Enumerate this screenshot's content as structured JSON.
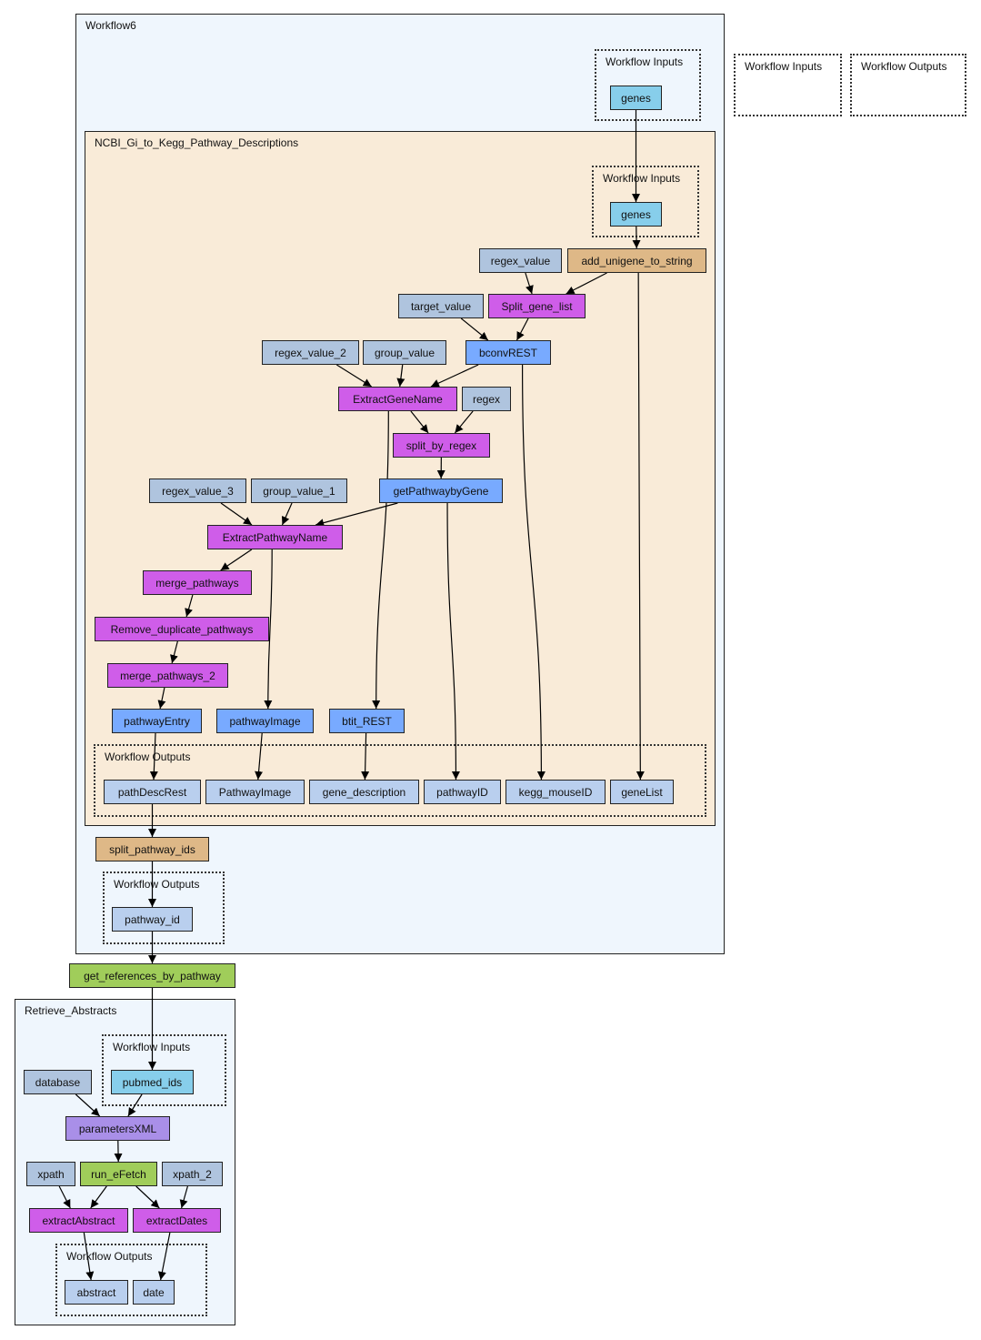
{
  "colors": {
    "workflow_bg": "#eff6fd",
    "nested_bg": "#f9ebd8",
    "input_port": "#87ceeb",
    "output_port": "#b9cfee",
    "constant": "#afc4de",
    "beanshell": "#cf5de9",
    "rest": "#78aaff",
    "local_worker": "#deb887",
    "wsdl": "#a0cd5a",
    "xml_splitter": "#a98fe8",
    "input_triangle": "#ee4040",
    "output_triangle": "#66cc00"
  },
  "legend": {
    "inputs_label": "Workflow Inputs",
    "outputs_label": "Workflow Outputs"
  },
  "clusters": {
    "workflow6": {
      "label": "Workflow6",
      "inputs_label": "Workflow Inputs",
      "outputs_label": "Workflow Outputs"
    },
    "ncbi": {
      "label": "NCBI_Gi_to_Kegg_Pathway_Descriptions",
      "inputs_label": "Workflow Inputs",
      "outputs_label": "Workflow Outputs"
    },
    "retrieve": {
      "label": "Retrieve_Abstracts",
      "inputs_label": "Workflow Inputs",
      "outputs_label": "Workflow Outputs"
    }
  },
  "nodes": {
    "wf_genes": "genes",
    "ncbi_genes": "genes",
    "regex_value": "regex_value",
    "add_unigene_to_string": "add_unigene_to_string",
    "target_value": "target_value",
    "split_gene_list": "Split_gene_list",
    "regex_value_2": "regex_value_2",
    "group_value": "group_value",
    "bconvREST": "bconvREST",
    "ExtractGeneName": "ExtractGeneName",
    "regex": "regex",
    "split_by_regex": "split_by_regex",
    "regex_value_3": "regex_value_3",
    "group_value_1": "group_value_1",
    "getPathwaybyGene": "getPathwaybyGene",
    "ExtractPathwayName": "ExtractPathwayName",
    "merge_pathways": "merge_pathways",
    "Remove_duplicate_pathways": "Remove_duplicate_pathways",
    "merge_pathways_2": "merge_pathways_2",
    "pathwayEntry": "pathwayEntry",
    "pathwayImage": "pathwayImage",
    "btit_REST": "btit_REST",
    "out_pathDescRest": "pathDescRest",
    "out_PathwayImage": "PathwayImage",
    "out_gene_description": "gene_description",
    "out_pathwayID": "pathwayID",
    "out_kegg_mouseID": "kegg_mouseID",
    "out_geneList": "geneList",
    "split_pathway_ids": "split_pathway_ids",
    "out_pathway_id": "pathway_id",
    "get_references_by_pathway": "get_references_by_pathway",
    "database": "database",
    "pubmed_ids": "pubmed_ids",
    "parametersXML": "parametersXML",
    "xpath": "xpath",
    "run_eFetch": "run_eFetch",
    "xpath_2": "xpath_2",
    "extractAbstract": "extractAbstract",
    "extractDates": "extractDates",
    "out_abstract": "abstract",
    "out_date": "date"
  },
  "edges": [
    [
      "wf_genes",
      "ncbi_genes"
    ],
    [
      "ncbi_genes",
      "add_unigene_to_string"
    ],
    [
      "regex_value",
      "split_gene_list"
    ],
    [
      "add_unigene_to_string",
      "split_gene_list"
    ],
    [
      "add_unigene_to_string",
      "out_geneList"
    ],
    [
      "target_value",
      "bconvREST"
    ],
    [
      "split_gene_list",
      "bconvREST"
    ],
    [
      "regex_value_2",
      "ExtractGeneName"
    ],
    [
      "group_value",
      "ExtractGeneName"
    ],
    [
      "bconvREST",
      "ExtractGeneName"
    ],
    [
      "bconvREST",
      "out_kegg_mouseID"
    ],
    [
      "ExtractGeneName",
      "split_by_regex"
    ],
    [
      "regex",
      "split_by_regex"
    ],
    [
      "ExtractGeneName",
      "btit_REST"
    ],
    [
      "split_by_regex",
      "getPathwaybyGene"
    ],
    [
      "regex_value_3",
      "ExtractPathwayName"
    ],
    [
      "group_value_1",
      "ExtractPathwayName"
    ],
    [
      "getPathwaybyGene",
      "ExtractPathwayName"
    ],
    [
      "getPathwaybyGene",
      "out_pathwayID"
    ],
    [
      "ExtractPathwayName",
      "merge_pathways"
    ],
    [
      "ExtractPathwayName",
      "pathwayImage"
    ],
    [
      "merge_pathways",
      "Remove_duplicate_pathways"
    ],
    [
      "Remove_duplicate_pathways",
      "merge_pathways_2"
    ],
    [
      "merge_pathways_2",
      "pathwayEntry"
    ],
    [
      "pathwayEntry",
      "out_pathDescRest"
    ],
    [
      "pathwayImage",
      "out_PathwayImage"
    ],
    [
      "btit_REST",
      "out_gene_description"
    ],
    [
      "out_pathDescRest",
      "split_pathway_ids"
    ],
    [
      "split_pathway_ids",
      "out_pathway_id"
    ],
    [
      "out_pathway_id",
      "get_references_by_pathway"
    ],
    [
      "get_references_by_pathway",
      "pubmed_ids"
    ],
    [
      "database",
      "parametersXML"
    ],
    [
      "pubmed_ids",
      "parametersXML"
    ],
    [
      "parametersXML",
      "run_eFetch"
    ],
    [
      "xpath",
      "extractAbstract"
    ],
    [
      "run_eFetch",
      "extractAbstract"
    ],
    [
      "run_eFetch",
      "extractDates"
    ],
    [
      "xpath_2",
      "extractDates"
    ],
    [
      "extractAbstract",
      "out_abstract"
    ],
    [
      "extractDates",
      "out_date"
    ]
  ]
}
